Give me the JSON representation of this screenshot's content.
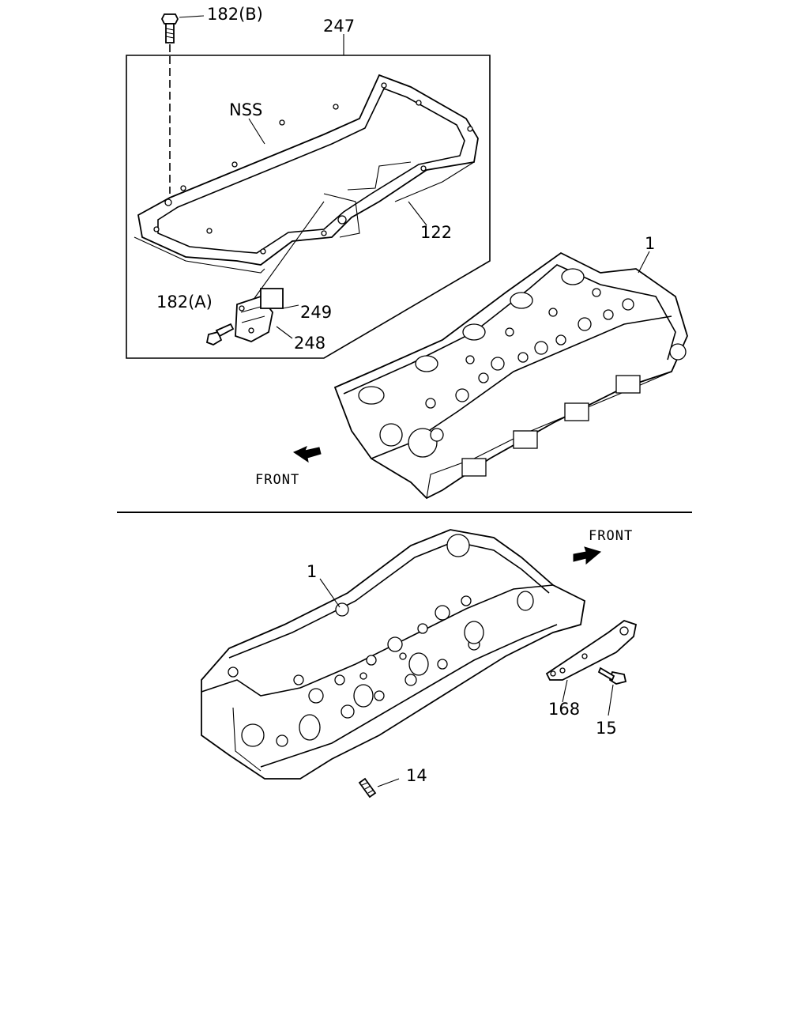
{
  "labels": {
    "bolt_b": "182(B)",
    "cover_assy": "247",
    "nss": "NSS",
    "gasket": "122",
    "head_top": "1",
    "bolt_a": "182(A)",
    "plate": "249",
    "bracket_top": "248",
    "front_top": "FRONT",
    "front_bottom": "FRONT",
    "head_bottom": "1",
    "hanger": "168",
    "bolt_15": "15",
    "stud": "14"
  }
}
